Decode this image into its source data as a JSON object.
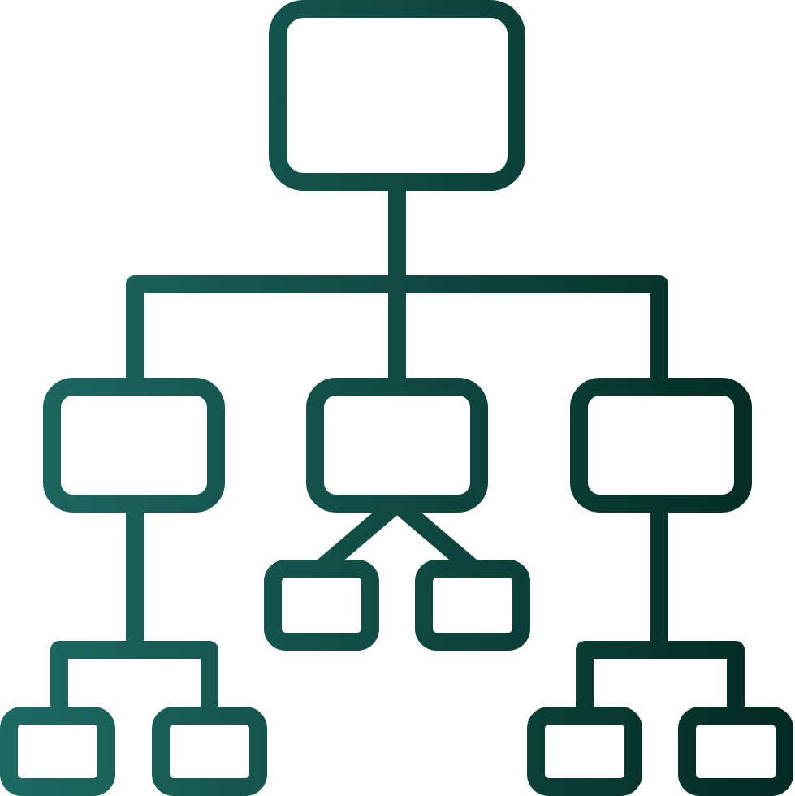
{
  "icon": {
    "name": "hierarchy-structure-icon",
    "style": "outline",
    "gradient": {
      "start_color": "#1E6A63",
      "end_color": "#022A22",
      "direction": "left-to-right"
    }
  },
  "diagram": {
    "type": "tree",
    "levels": 4,
    "nodes": [
      {
        "id": "root",
        "parent": null
      },
      {
        "id": "left",
        "parent": "root"
      },
      {
        "id": "center",
        "parent": "root"
      },
      {
        "id": "right",
        "parent": "root"
      },
      {
        "id": "left-a",
        "parent": "left"
      },
      {
        "id": "left-b",
        "parent": "left"
      },
      {
        "id": "center-a",
        "parent": "center"
      },
      {
        "id": "center-b",
        "parent": "center"
      },
      {
        "id": "right-a",
        "parent": "right"
      },
      {
        "id": "right-b",
        "parent": "right"
      }
    ]
  }
}
